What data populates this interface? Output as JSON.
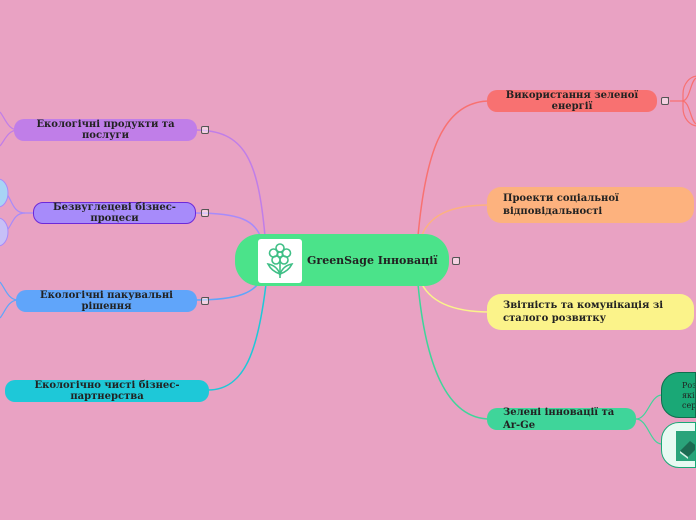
{
  "map": {
    "center": {
      "title": "GreenSage Інновації",
      "icon": "flower-icon",
      "color": "#4be38a"
    },
    "left": [
      {
        "label": "Екологічні продукти та послуги",
        "color": "#c07ee8"
      },
      {
        "label": "Безвуглецеві бізнес-процеси",
        "color": "#a78bfa"
      },
      {
        "label": "Екологічні пакувальні рішення",
        "color": "#60a5fa"
      },
      {
        "label": "Екологічно чисті бізнес-партнерства",
        "color": "#1ec8d8"
      }
    ],
    "right": [
      {
        "label": "Використання зеленої енергії",
        "color": "#f87171"
      },
      {
        "label": "Проекти соціальної відповідальності",
        "color": "#fdb27e"
      },
      {
        "label": "Звітність та комунікація зі сталого розвитку",
        "color": "#fbf38a"
      },
      {
        "label": "Зелені інновації та Ar-Ge",
        "color": "#3fd59a"
      }
    ],
    "subtopic_text": [
      "Роз",
      "які",
      "сере"
    ],
    "subtopic_image_icon": "book-icon"
  }
}
